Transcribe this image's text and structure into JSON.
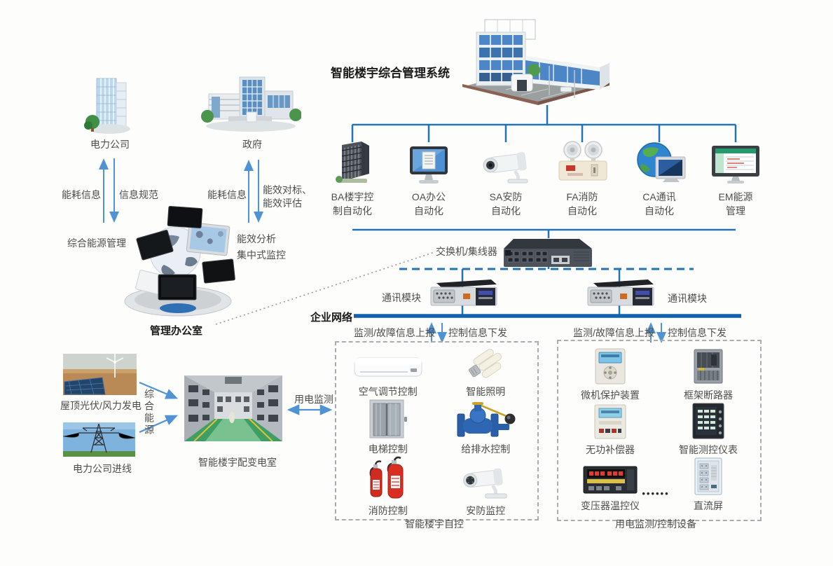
{
  "title": "智能楼宇综合管理系统",
  "subsystems": [
    {
      "line1": "BA楼宇控",
      "line2": "制自动化"
    },
    {
      "line1": "OA办公",
      "line2": "自动化"
    },
    {
      "line1": "SA安防",
      "line2": "自动化"
    },
    {
      "line1": "FA消防",
      "line2": "自动化"
    },
    {
      "line1": "CA通讯",
      "line2": "自动化"
    },
    {
      "line1": "EM能源",
      "line2": "管理"
    }
  ],
  "network": {
    "switch": "交换机/集线器",
    "comm_left": "通讯模块",
    "comm_right": "通讯模块",
    "enterprise": "企业网络",
    "report_left": "监测/故障信息上报",
    "dispatch_left": "控制信息下发",
    "report_right": "监测/故障信息上报",
    "dispatch_right": "控制信息下发"
  },
  "stakeholders": {
    "power_company": "电力公司",
    "government": "政府",
    "energy_info_power": "能耗信息",
    "info_standard": "信息规范",
    "energy_info_gov": "能耗信息",
    "benchmark1": "能效对标、",
    "benchmark2": "能效评估",
    "integrated_mgmt": "综合能源管理",
    "analysis": "能效分析",
    "central_monitor": "集中式监控",
    "office": "管理办公室"
  },
  "supply": {
    "pv_wind": "屋顶光伏/风力发电",
    "grid_line": "电力公司进线",
    "integrated_energy": "综合能源",
    "substation": "智能楼宇配变电室",
    "monitoring": "用电监测"
  },
  "building_controls": {
    "caption": "智能楼宇自控",
    "items": [
      {
        "label": "空气调节控制"
      },
      {
        "label": "智能照明"
      },
      {
        "label": "电梯控制"
      },
      {
        "label": "给排水控制"
      },
      {
        "label": "消防控制"
      },
      {
        "label": "安防监控"
      }
    ]
  },
  "power_devices": {
    "caption": "用电监测/控制设备",
    "ellipsis": "••••••",
    "items": [
      {
        "label": "微机保护装置"
      },
      {
        "label": "框架断路器"
      },
      {
        "label": "无功补偿器"
      },
      {
        "label": "智能测控仪表"
      },
      {
        "label": "变压器温控仪"
      },
      {
        "label": "直流屏"
      }
    ]
  },
  "colors": {
    "wire_blue": "#2373b9",
    "bus_blue": "#1261ab",
    "arrow_blue": "#4f93d4",
    "label_gray": "#4d4d4d"
  }
}
